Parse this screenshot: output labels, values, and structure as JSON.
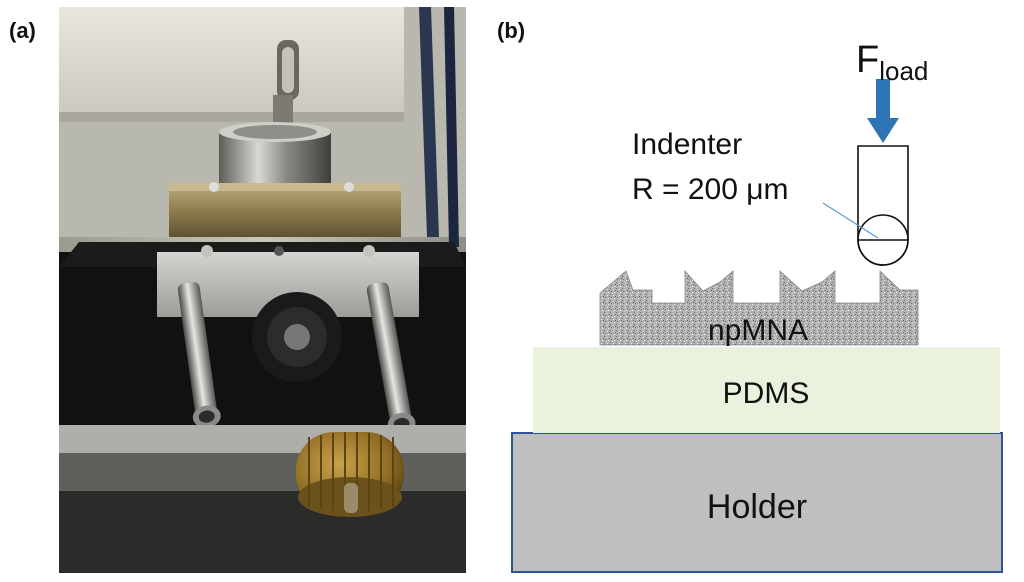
{
  "panel_a": {
    "label": "(a)"
  },
  "panel_b": {
    "label": "(b)",
    "force_symbol": "F",
    "force_subscript": "load",
    "indenter_label": "Indenter",
    "radius_label": "R = 200 μm",
    "layers": {
      "npmna": "npMNA",
      "pdms": "PDMS",
      "holder": "Holder"
    },
    "colors": {
      "arrow": "#2e75b6",
      "pdms_fill": "#eaf1dd",
      "holder_fill": "#bfbfbf",
      "holder_border": "#2f5496",
      "npmna_fill": "#a6a6a6"
    }
  }
}
